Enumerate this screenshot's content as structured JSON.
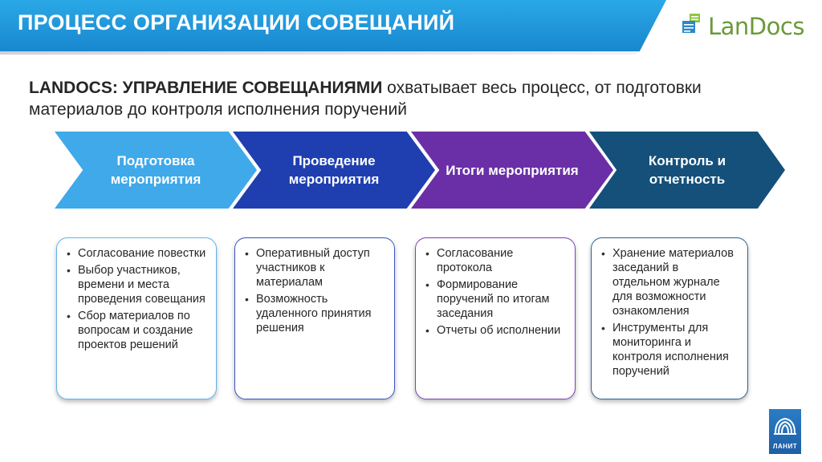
{
  "header": {
    "title": "ПРОЦЕСС ОРГАНИЗАЦИИ СОВЕЩАНИЙ",
    "logo_text": "LanDocs",
    "accent_color": "#1e96db",
    "logo_color": "#6a9a3a"
  },
  "intro": {
    "strong": "LANDOCS: УПРАВЛЕНИЕ СОВЕЩАНИЯМИ",
    "rest": " охватывает весь процесс, от подготовки материалов до контроля исполнения поручений"
  },
  "stages": [
    {
      "label": "Подготовка мероприятия",
      "color": "#3fa9e9",
      "items": [
        "Согласование повестки",
        "Выбор участников, времени и места проведения совещания",
        "Сбор материалов по вопросам и создание проектов решений"
      ]
    },
    {
      "label": "Проведение мероприятия",
      "color": "#1f3fb0",
      "items": [
        "Оперативный доступ участников к материалам",
        "Возможность удаленного принятия решения"
      ]
    },
    {
      "label": "Итоги мероприятия",
      "color": "#6a2fa6",
      "items": [
        "Согласование протокола",
        "Формирование поручений по итогам заседания",
        "Отчеты об исполнении"
      ]
    },
    {
      "label": "Контроль и отчетность",
      "color": "#14507a",
      "items": [
        "Хранение материалов заседаний в отдельном журнале для возможности ознакомления",
        "Инструменты для мониторинга и контроля исполнения поручений"
      ]
    }
  ],
  "footer": {
    "lanit_text": "ЛАНИТ"
  }
}
